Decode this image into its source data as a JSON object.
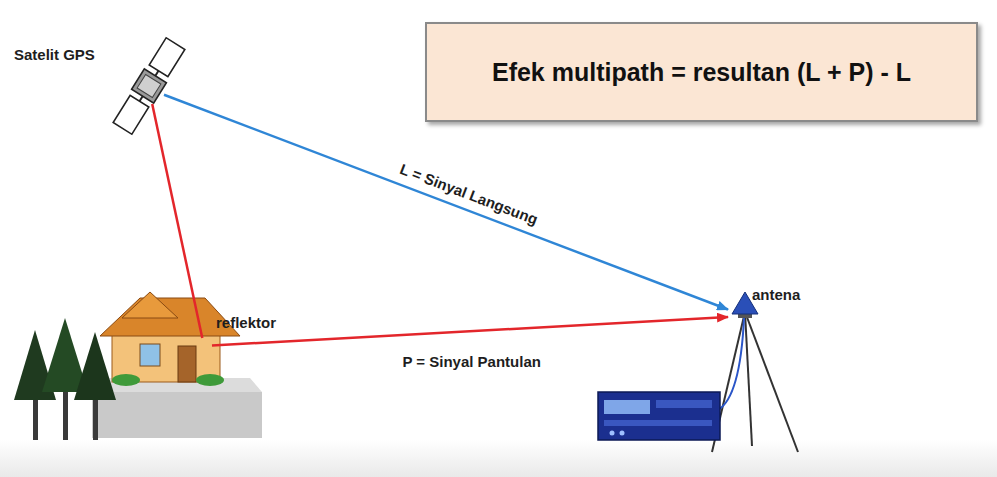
{
  "diagram": {
    "nodes": [
      {
        "text": [
          "Satelit GPS"
        ]
      },
      {
        "text": [
          "Efek multipath = resultan (L + P) - L"
        ]
      },
      {
        "text": [
          "reflektor"
        ]
      },
      {
        "text": [
          "antena"
        ]
      }
    ],
    "edges": [
      {
        "from": 0,
        "to": 3,
        "label": "L = Sinyal Langsung",
        "arrow": "to"
      },
      {
        "from": 0,
        "to": 2,
        "arrow": "none"
      },
      {
        "from": 2,
        "to": 3,
        "label": "P = Sinyal Pantulan",
        "arrow": "to"
      }
    ]
  }
}
